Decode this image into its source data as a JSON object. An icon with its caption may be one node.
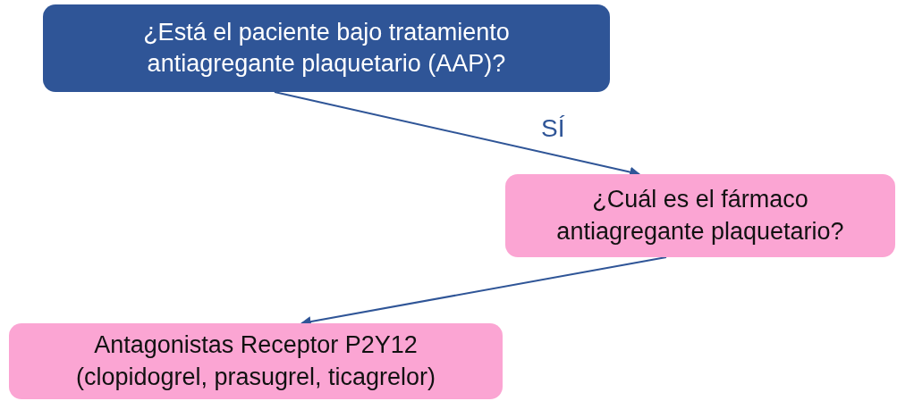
{
  "diagram": {
    "nodes": [
      {
        "text": [
          "¿Está el paciente bajo tratamiento antiagregante plaquetario (AAP)?"
        ]
      },
      {
        "text": [
          "¿Cuál es el fármaco antiagregante plaquetario?"
        ]
      },
      {
        "text": [
          "Antagonistas Receptor P2Y12 (clopidogrel, prasugrel, ticagrelor)"
        ]
      }
    ],
    "edges": [
      {
        "from": 0,
        "to": 1,
        "arrow": "to",
        "label": "SÍ"
      },
      {
        "from": 1,
        "to": 2,
        "arrow": "to"
      }
    ]
  }
}
